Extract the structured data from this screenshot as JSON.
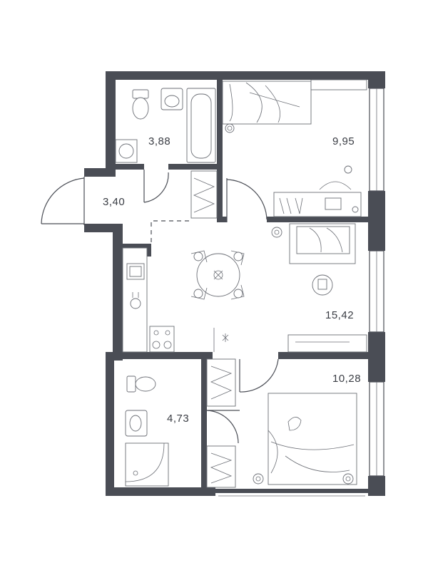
{
  "rooms": [
    {
      "id": "bathroom-top",
      "area": "3,88"
    },
    {
      "id": "bedroom-top",
      "area": "9,95"
    },
    {
      "id": "hallway",
      "area": "3,40"
    },
    {
      "id": "living-kitchen",
      "area": "15,42"
    },
    {
      "id": "bathroom-bottom",
      "area": "4,73"
    },
    {
      "id": "bedroom-bottom",
      "area": "10,28"
    }
  ]
}
